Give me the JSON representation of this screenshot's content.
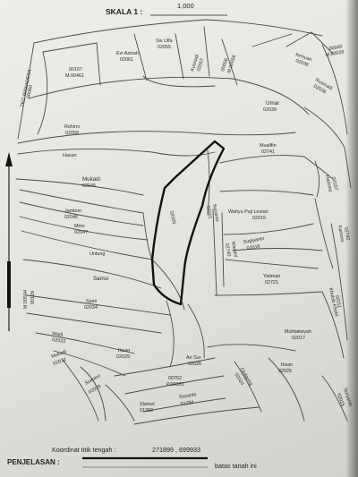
{
  "header": {
    "scale_label": "SKALA 1 :",
    "scale_value": "1,000"
  },
  "parcels": {
    "tkd_wanadesa": "TKD WANADESA",
    "vertical_stack": "00060",
    "p_00167": "00167",
    "p_m00461": "M.00461",
    "evi_name": "Evi Azizah",
    "evi_no": "02061",
    "sis_name": "Sis Ulfa",
    "sis_no": "02055",
    "kusnadi_name": "Kusnadi",
    "kusnadi_no": "02057",
    "top_a": "00058",
    "top_b": "M.00056",
    "ismiyah_name": "Ismiyah",
    "ismiyah_no": "02036",
    "tr_a": "00060",
    "tr_b": "M.00026",
    "rusmadi_name": "Rusmadi",
    "rusmadi_no": "02038",
    "rohimi_name": "Rohimi",
    "rohimi_no": "02058",
    "umar_name": "Umar",
    "umar_no": "02039",
    "hasan_name": "Hasan",
    "muallfin_name": "Muallfin",
    "muallfin_no": "02741",
    "mukadi_name": "Mukadi",
    "mukadi_no": "02045",
    "hartono_name": "Hartono",
    "hartono_no": "02037",
    "jambon_name": "Jambon",
    "jambon_no": "02046",
    "center_no": "02005",
    "sunanto_name": "Sunanto",
    "sunanto_no": "02001",
    "wahyu_name": "Wahyu Puji Lestari",
    "wahyu_no": "02015",
    "mino_name": "Mino",
    "mino_no": "02047",
    "sugiyanto_name": "Sugiyanto",
    "sugiyanto_no": "02016",
    "right_edge_name": "Kartono",
    "right_edge_no": "02742",
    "untung_name": "Untung",
    "warsini_name": "Warsini",
    "warsini_no": "02740",
    "left_vertical_name": "M.00594",
    "left_vertical_no": "00129",
    "samsi_name": "Samsi",
    "yatiman_name": "Yatiman",
    "yatiman_no": "02721",
    "sami_name": "Sami",
    "sami_no": "02034",
    "khotob_name": "Khotob Khoiri",
    "khotob_no": "02011",
    "muhtalwiyah_name": "Muhtalwiyah",
    "muhtalwiyah_no": "02017",
    "wadi_name": "Wadi",
    "wadi_no": "02033",
    "mukadi2_name": "Mukadi",
    "mukadi2_no": "02032",
    "ihsan_name": "Ihsan",
    "ihsan_no": "02029",
    "arisur_name": "Ari Sur",
    "arisur_no": "02026",
    "ihsan2_name": "Ihsan",
    "ihsan2_no": "02025",
    "suwaso_name": "Suwaso",
    "suwaso_no": "02028",
    "p00752": "00752",
    "p00020": "P.00020",
    "cicilgong_name": "Cicilgong",
    "cicilgong_no": "02024",
    "suyanto_name": "Suyanto",
    "suyanto_no": "01294",
    "slamet_name": "Slamet",
    "slamet_no": "01293",
    "suryanto_name": "Suryanto",
    "suryanto_no": "02015"
  },
  "footer": {
    "coord_label": "Koordinat titik tengah :",
    "coord_value": "271899 , 699933",
    "legend_label": "PENJELASAN :",
    "legend_text": "batas tanah ini"
  },
  "colors": {
    "ink": "#2a2a2a",
    "highlight": "#111111"
  }
}
